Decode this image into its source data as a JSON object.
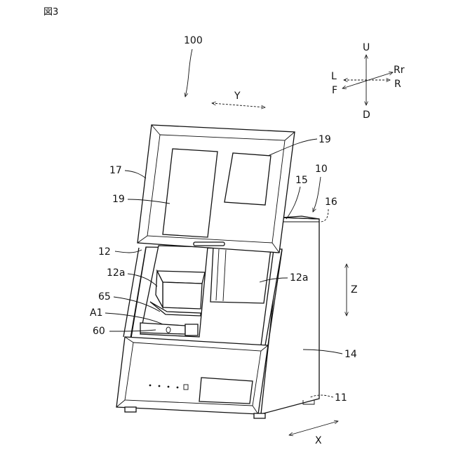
{
  "figure_label": "図3",
  "labels": {
    "l100": "100",
    "lY": "Y",
    "lU": "U",
    "lD": "D",
    "lL": "L",
    "lF": "F",
    "lRr": "Rr",
    "lR": "R",
    "l19a": "19",
    "l19b": "19",
    "l17": "17",
    "l10": "10",
    "l15": "15",
    "l16": "16",
    "l12": "12",
    "l12a_left": "12a",
    "l12a_right": "12a",
    "lZ": "Z",
    "l65": "65",
    "lA1": "A1",
    "l60": "60",
    "l14": "14",
    "l11": "11",
    "lX": "X"
  }
}
